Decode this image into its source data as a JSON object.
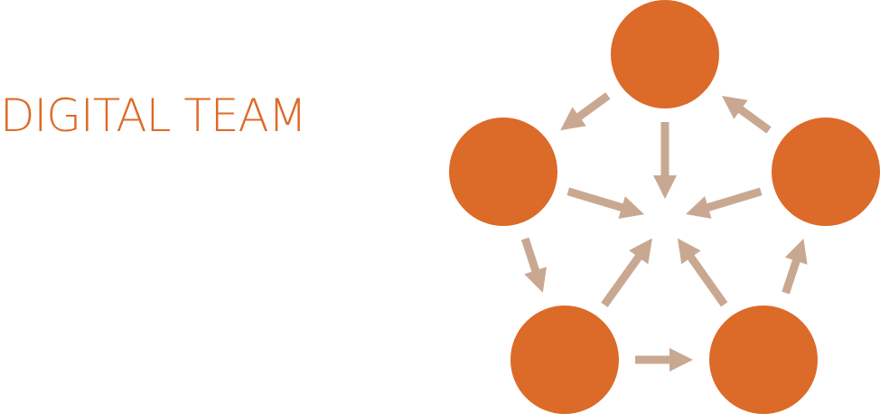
{
  "title": "DIGITAL TEAM",
  "colors": {
    "title": "#de6a27",
    "node": "#dc6a28",
    "arrow": "#c9a892"
  },
  "diagram": {
    "nodes": [
      {
        "id": "top",
        "name": "node-top"
      },
      {
        "id": "left",
        "name": "node-left"
      },
      {
        "id": "right",
        "name": "node-right"
      },
      {
        "id": "bottom-left",
        "name": "node-bottom-left"
      },
      {
        "id": "bottom-right",
        "name": "node-bottom-right"
      }
    ],
    "cycle_arrows": [
      {
        "from": "top",
        "to": "left"
      },
      {
        "from": "left",
        "to": "bottom-left"
      },
      {
        "from": "bottom-left",
        "to": "bottom-right"
      },
      {
        "from": "bottom-right",
        "to": "right"
      },
      {
        "from": "right",
        "to": "top"
      }
    ],
    "center_arrows": [
      {
        "from": "top",
        "to": "center"
      },
      {
        "from": "left",
        "to": "center"
      },
      {
        "from": "right",
        "to": "center"
      },
      {
        "from": "bottom-left",
        "to": "center"
      },
      {
        "from": "bottom-right",
        "to": "center"
      }
    ]
  }
}
